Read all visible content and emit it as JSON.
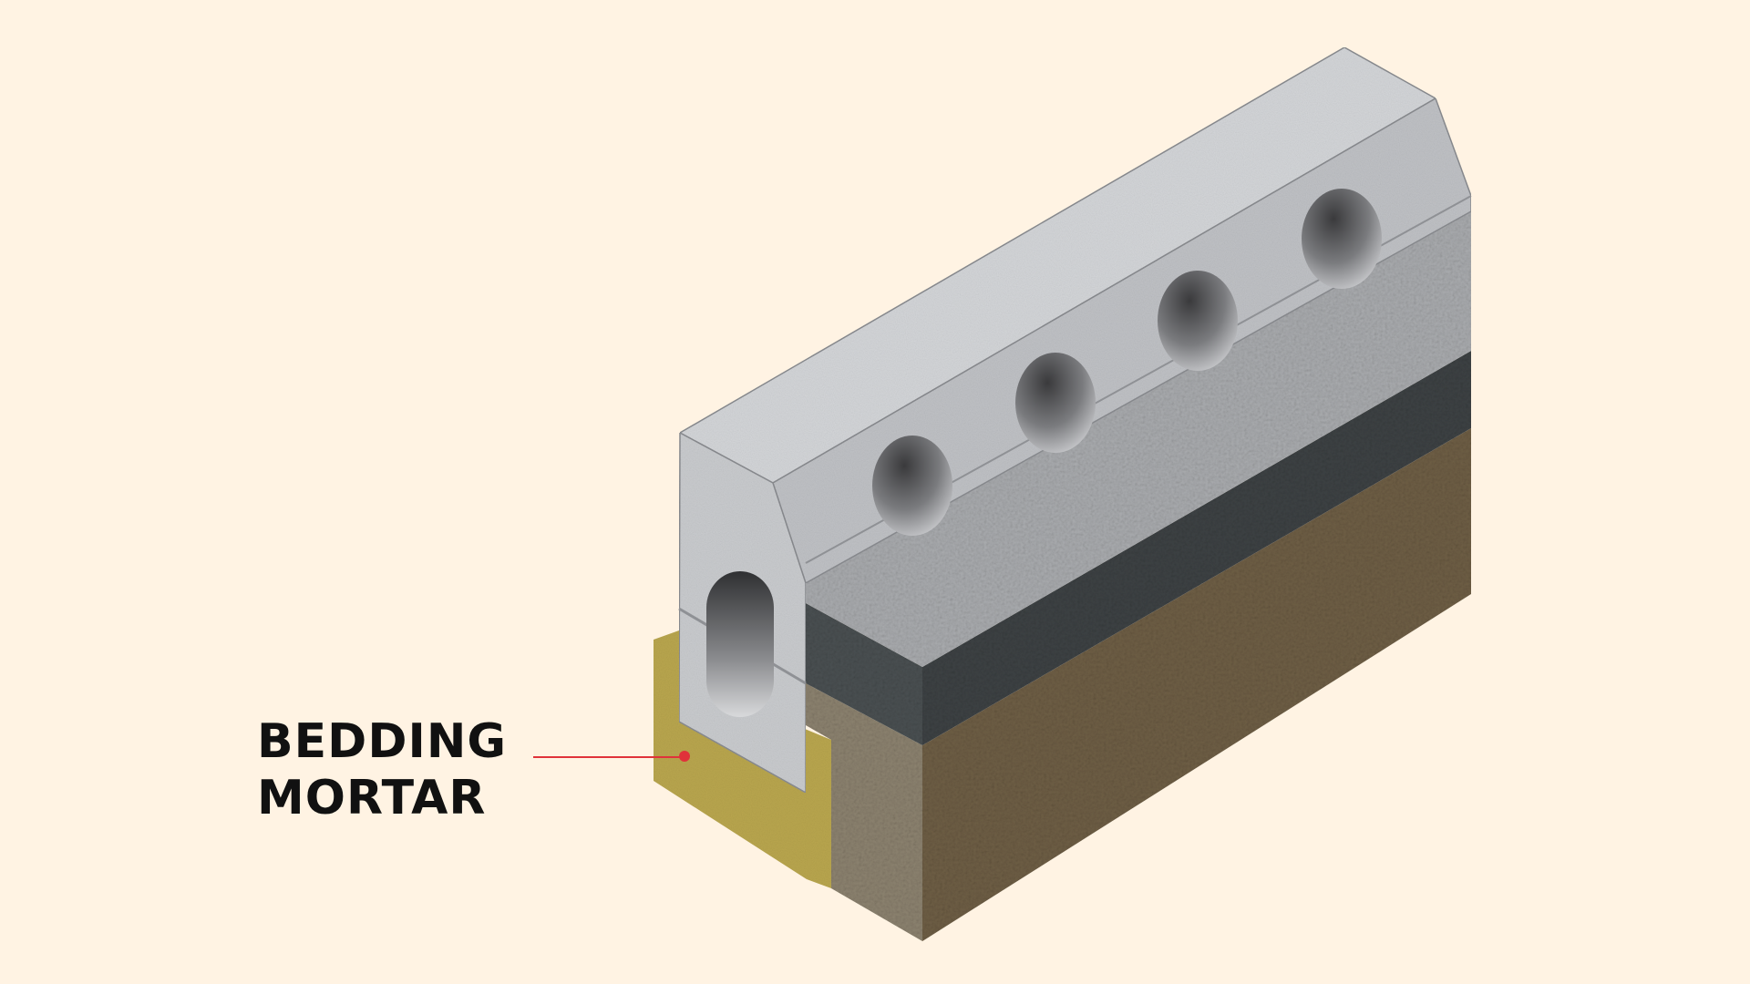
{
  "diagram": {
    "subject": "precast concrete kerb with drainage holes on layered road construction",
    "background_color": "#FFF3E3",
    "callouts": [
      {
        "id": "bedding-mortar",
        "lines": [
          "BEDDING",
          "MORTAR"
        ],
        "leader_color": "#E0323A",
        "target": "mortar bed under kerb"
      }
    ],
    "layers": [
      {
        "name": "kerb",
        "color": "#C9CBCE"
      },
      {
        "name": "bedding-mortar",
        "color": "#B9A64E"
      },
      {
        "name": "surface-course",
        "color": "#A9ABAE"
      },
      {
        "name": "binder-course",
        "color": "#3D4244"
      },
      {
        "name": "sub-base",
        "color": "#8C826F"
      },
      {
        "name": "subgrade",
        "color": "#6E5E45"
      }
    ],
    "kerb_holes": 4
  }
}
